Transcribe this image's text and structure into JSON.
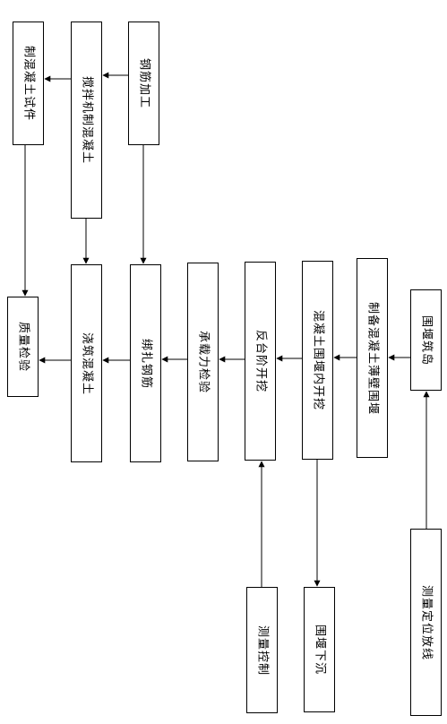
{
  "nodes": {
    "specimen": "制混凝土试件",
    "mixing": "搅拌机制混凝土",
    "rebar_processing": "钢筋加工",
    "quality_check": "质量检验",
    "pour_concrete": "浇筑混凝土",
    "tie_rebar": "绑扎钢筋",
    "bearing_test": "承载力检验",
    "step_excavation": "反台阶开挖",
    "inner_excavation": "混凝土围堰内开挖",
    "thin_wall": "制备混凝土薄壁围堰",
    "island": "围堰筑岛",
    "survey_control": "测量控制",
    "cofferdam_sink": "围堰下沉",
    "survey_layout": "测量定位放线"
  }
}
